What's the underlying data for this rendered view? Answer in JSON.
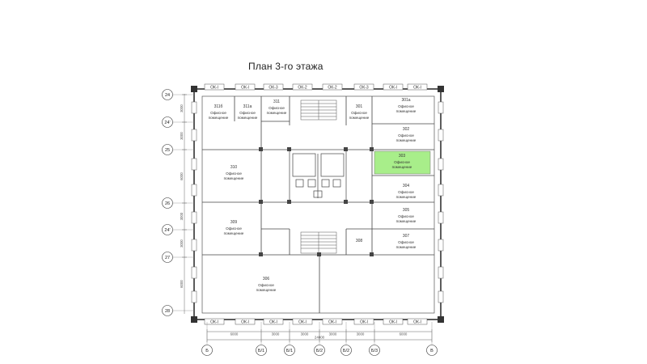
{
  "plan": {
    "title": "План 3-го этажа",
    "highlight_color": "#a8ee8a",
    "window_label": "ОК-I",
    "top_windows": [
      "ОК-I",
      "ОК-I",
      "ОК-3",
      "ОК-2",
      "ОК-2",
      "ОК-3",
      "ОК-I",
      "ОК-I"
    ],
    "bottom_windows": [
      "ОК-I",
      "ОК-I",
      "ОК-I",
      "ОК-I",
      "ОК-I",
      "ОК-I",
      "ОК-I",
      "ОК-I"
    ],
    "row_axes": [
      "24",
      "24'",
      "25",
      "26",
      "24'",
      "27",
      "28"
    ],
    "col_axes": [
      "Б",
      "Б/1",
      "Б/1",
      "Б/2",
      "Б/2",
      "Б/3",
      "В"
    ],
    "top_dims": [
      "6000",
      "3000",
      "3000",
      "3000",
      "3000",
      "6000"
    ],
    "total_dim": "24000",
    "left_dims": [
      "3000",
      "3000",
      "6000",
      "3000",
      "3000",
      "6000"
    ],
    "rooms": [
      {
        "number": "311б",
        "label": "Офисное помещение"
      },
      {
        "number": "311а",
        "label": "Офисное помещение"
      },
      {
        "number": "311",
        "label": "Офисное помещение"
      },
      {
        "number": "301",
        "label": "Офисное помещение"
      },
      {
        "number": "301а",
        "label": "Офисное помещение"
      },
      {
        "number": "302",
        "label": "Офисное помещение"
      },
      {
        "number": "303",
        "label": "Офисное помещение"
      },
      {
        "number": "310",
        "label": "Офисное помещение"
      },
      {
        "number": "304",
        "label": "Офисное помещение"
      },
      {
        "number": "309",
        "label": "Офисное помещение"
      },
      {
        "number": "305",
        "label": "Офисное помещение"
      },
      {
        "number": "307",
        "label": "Офисное помещение"
      },
      {
        "number": "308",
        "label": ""
      },
      {
        "number": "306",
        "label": "Офисное помещение"
      }
    ]
  }
}
